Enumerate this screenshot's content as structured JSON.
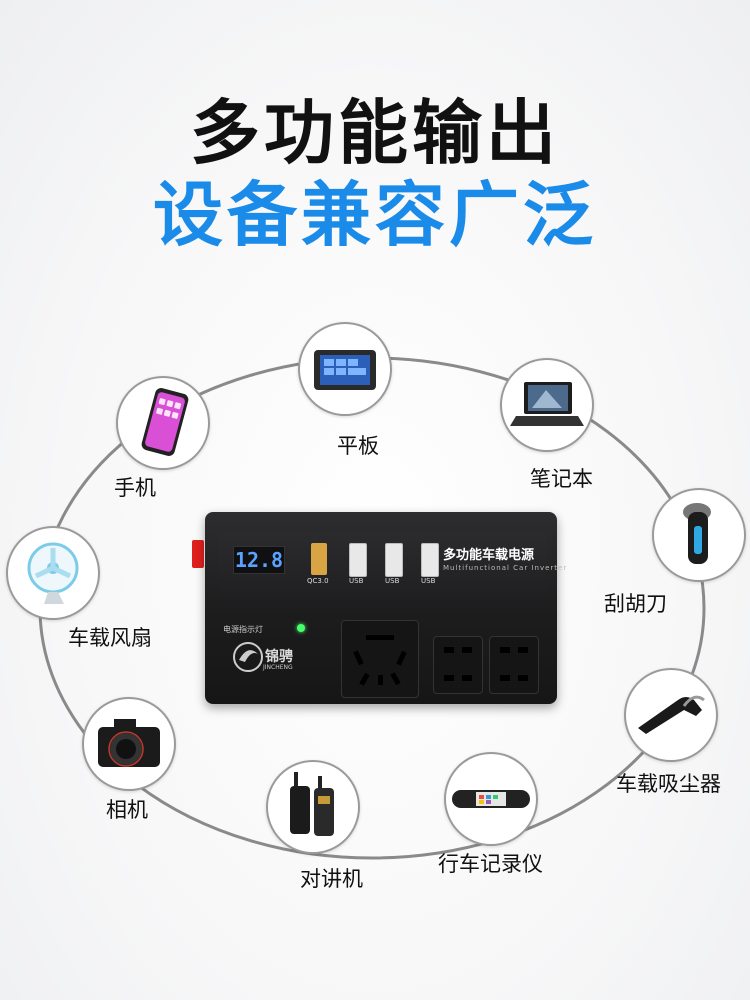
{
  "headline": {
    "line1": "多功能输出",
    "line2": "设备兼容广泛"
  },
  "colors": {
    "accent": "#1a8be8",
    "text": "#111111"
  },
  "inverter": {
    "display": "12.8",
    "title": "多功能车载电源",
    "subtitle": "Multifunctional Car Inverter",
    "ports": [
      "QC3.0",
      "USB",
      "USB",
      "USB"
    ],
    "indicator": "电源指示灯",
    "brand": "锦骋",
    "brand_en": "JINCHENG"
  },
  "devices": [
    {
      "label": "平板",
      "icon": "tablet-icon"
    },
    {
      "label": "笔记本",
      "icon": "laptop-icon"
    },
    {
      "label": "刮胡刀",
      "icon": "shaver-icon"
    },
    {
      "label": "车载吸尘器",
      "icon": "vacuum-icon"
    },
    {
      "label": "行车记录仪",
      "icon": "dashcam-icon"
    },
    {
      "label": "对讲机",
      "icon": "walkie-talkie-icon"
    },
    {
      "label": "相机",
      "icon": "camera-icon"
    },
    {
      "label": "车载风扇",
      "icon": "fan-icon"
    },
    {
      "label": "手机",
      "icon": "phone-icon"
    }
  ]
}
